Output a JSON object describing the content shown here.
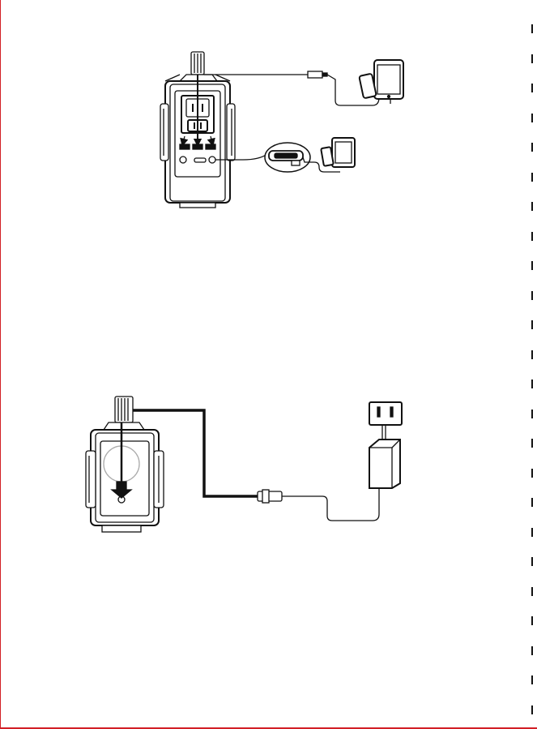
{
  "page": {
    "border_color": "#d21f26",
    "tick_color": "#111111",
    "tick_count": 24
  },
  "figures": [
    {
      "name": "usb-and-dc-charging-diagram",
      "devices": [
        "power-station",
        "tablet-and-phone-usb",
        "car-adapter",
        "tablet-and-phone-dc"
      ]
    },
    {
      "name": "wall-charging-diagram",
      "devices": [
        "power-station-back",
        "ac-adapter",
        "wall-outlet"
      ]
    }
  ]
}
